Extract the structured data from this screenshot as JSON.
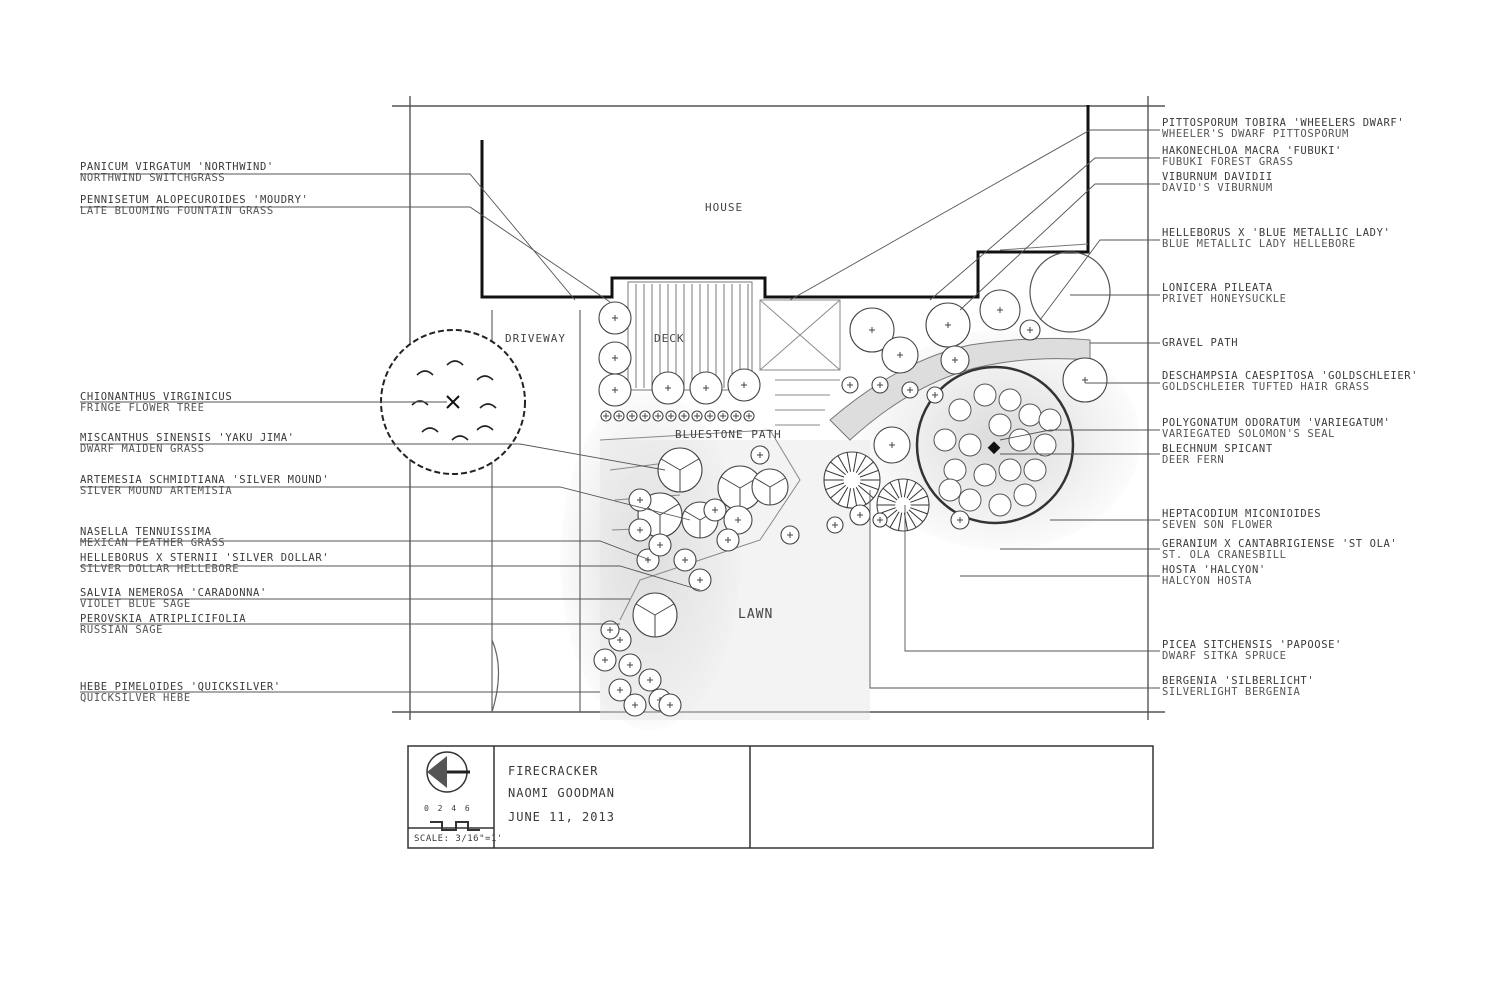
{
  "areas": {
    "house": "HOUSE",
    "driveway": "DRIVEWAY",
    "deck": "DECK",
    "bluestone_path": "BLUESTONE PATH",
    "lawn": "LAWN",
    "gravel_path": "GRAVEL PATH"
  },
  "left_labels": [
    {
      "botanical": "PANICUM VIRGATUM 'NORTHWIND'",
      "common": "NORTHWIND SWITCHGRASS"
    },
    {
      "botanical": "PENNISETUM ALOPECUROIDES 'MOUDRY'",
      "common": "LATE BLOOMING FOUNTAIN GRASS"
    },
    {
      "botanical": "CHIONANTHUS VIRGINICUS",
      "common": "FRINGE FLOWER TREE"
    },
    {
      "botanical": "MISCANTHUS SINENSIS 'YAKU JIMA'",
      "common": "DWARF MAIDEN GRASS"
    },
    {
      "botanical": "ARTEMESIA SCHMIDTIANA 'SILVER MOUND'",
      "common": "SILVER MOUND ARTEMISIA"
    },
    {
      "botanical": "NASELLA TENNUISSIMA",
      "common": "MEXICAN FEATHER GRASS"
    },
    {
      "botanical": "HELLEBORUS X STERNII 'SILVER DOLLAR'",
      "common": "SILVER DOLLAR HELLEBORE"
    },
    {
      "botanical": "SALVIA NEMEROSA 'CARADONNA'",
      "common": "VIOLET BLUE SAGE"
    },
    {
      "botanical": "PEROVSKIA ATRIPLICIFOLIA",
      "common": "RUSSIAN SAGE"
    },
    {
      "botanical": "HEBE PIMELOIDES 'QUICKSILVER'",
      "common": "QUICKSILVER HEBE"
    }
  ],
  "right_labels": [
    {
      "botanical": "PITTOSPORUM TOBIRA 'WHEELERS DWARF'",
      "common": "WHEELER'S DWARF PITTOSPORUM"
    },
    {
      "botanical": "HAKONECHLOA MACRA 'FUBUKI'",
      "common": "FUBUKI FOREST GRASS"
    },
    {
      "botanical": "VIBURNUM DAVIDII",
      "common": "DAVID'S VIBURNUM"
    },
    {
      "botanical": "HELLEBORUS X 'BLUE METALLIC LADY'",
      "common": "BLUE METALLIC LADY HELLEBORE"
    },
    {
      "botanical": "LONICERA PILEATA",
      "common": "PRIVET HONEYSUCKLE"
    },
    {
      "botanical": "GRAVEL PATH",
      "common": ""
    },
    {
      "botanical": "DESCHAMPSIA CAESPITOSA 'GOLDSCHLEIER'",
      "common": "GOLDSCHLEIER TUFTED HAIR GRASS"
    },
    {
      "botanical": "POLYGONATUM ODORATUM 'VARIEGATUM'",
      "common": "VARIEGATED SOLOMON'S SEAL"
    },
    {
      "botanical": "BLECHNUM SPICANT",
      "common": "DEER FERN"
    },
    {
      "botanical": "HEPTACODIUM MICONIOIDES",
      "common": "SEVEN SON FLOWER"
    },
    {
      "botanical": "GERANIUM X CANTABRIGIENSE 'ST OLA'",
      "common": "ST. OLA CRANESBILL"
    },
    {
      "botanical": "HOSTA 'HALCYON'",
      "common": "HALCYON HOSTA"
    },
    {
      "botanical": "PICEA SITCHENSIS 'PAPOOSE'",
      "common": "DWARF SITKA SPRUCE"
    },
    {
      "botanical": "BERGENIA 'SILBERLICHT'",
      "common": "SILVERLIGHT BERGENIA"
    }
  ],
  "title_block": {
    "project": "FIRECRACKER",
    "designer": "NAOMI GOODMAN",
    "date": "JUNE 11, 2013",
    "scale_numbers": "0 2 4 6",
    "scale": "SCALE: 3/16\"=1'"
  }
}
